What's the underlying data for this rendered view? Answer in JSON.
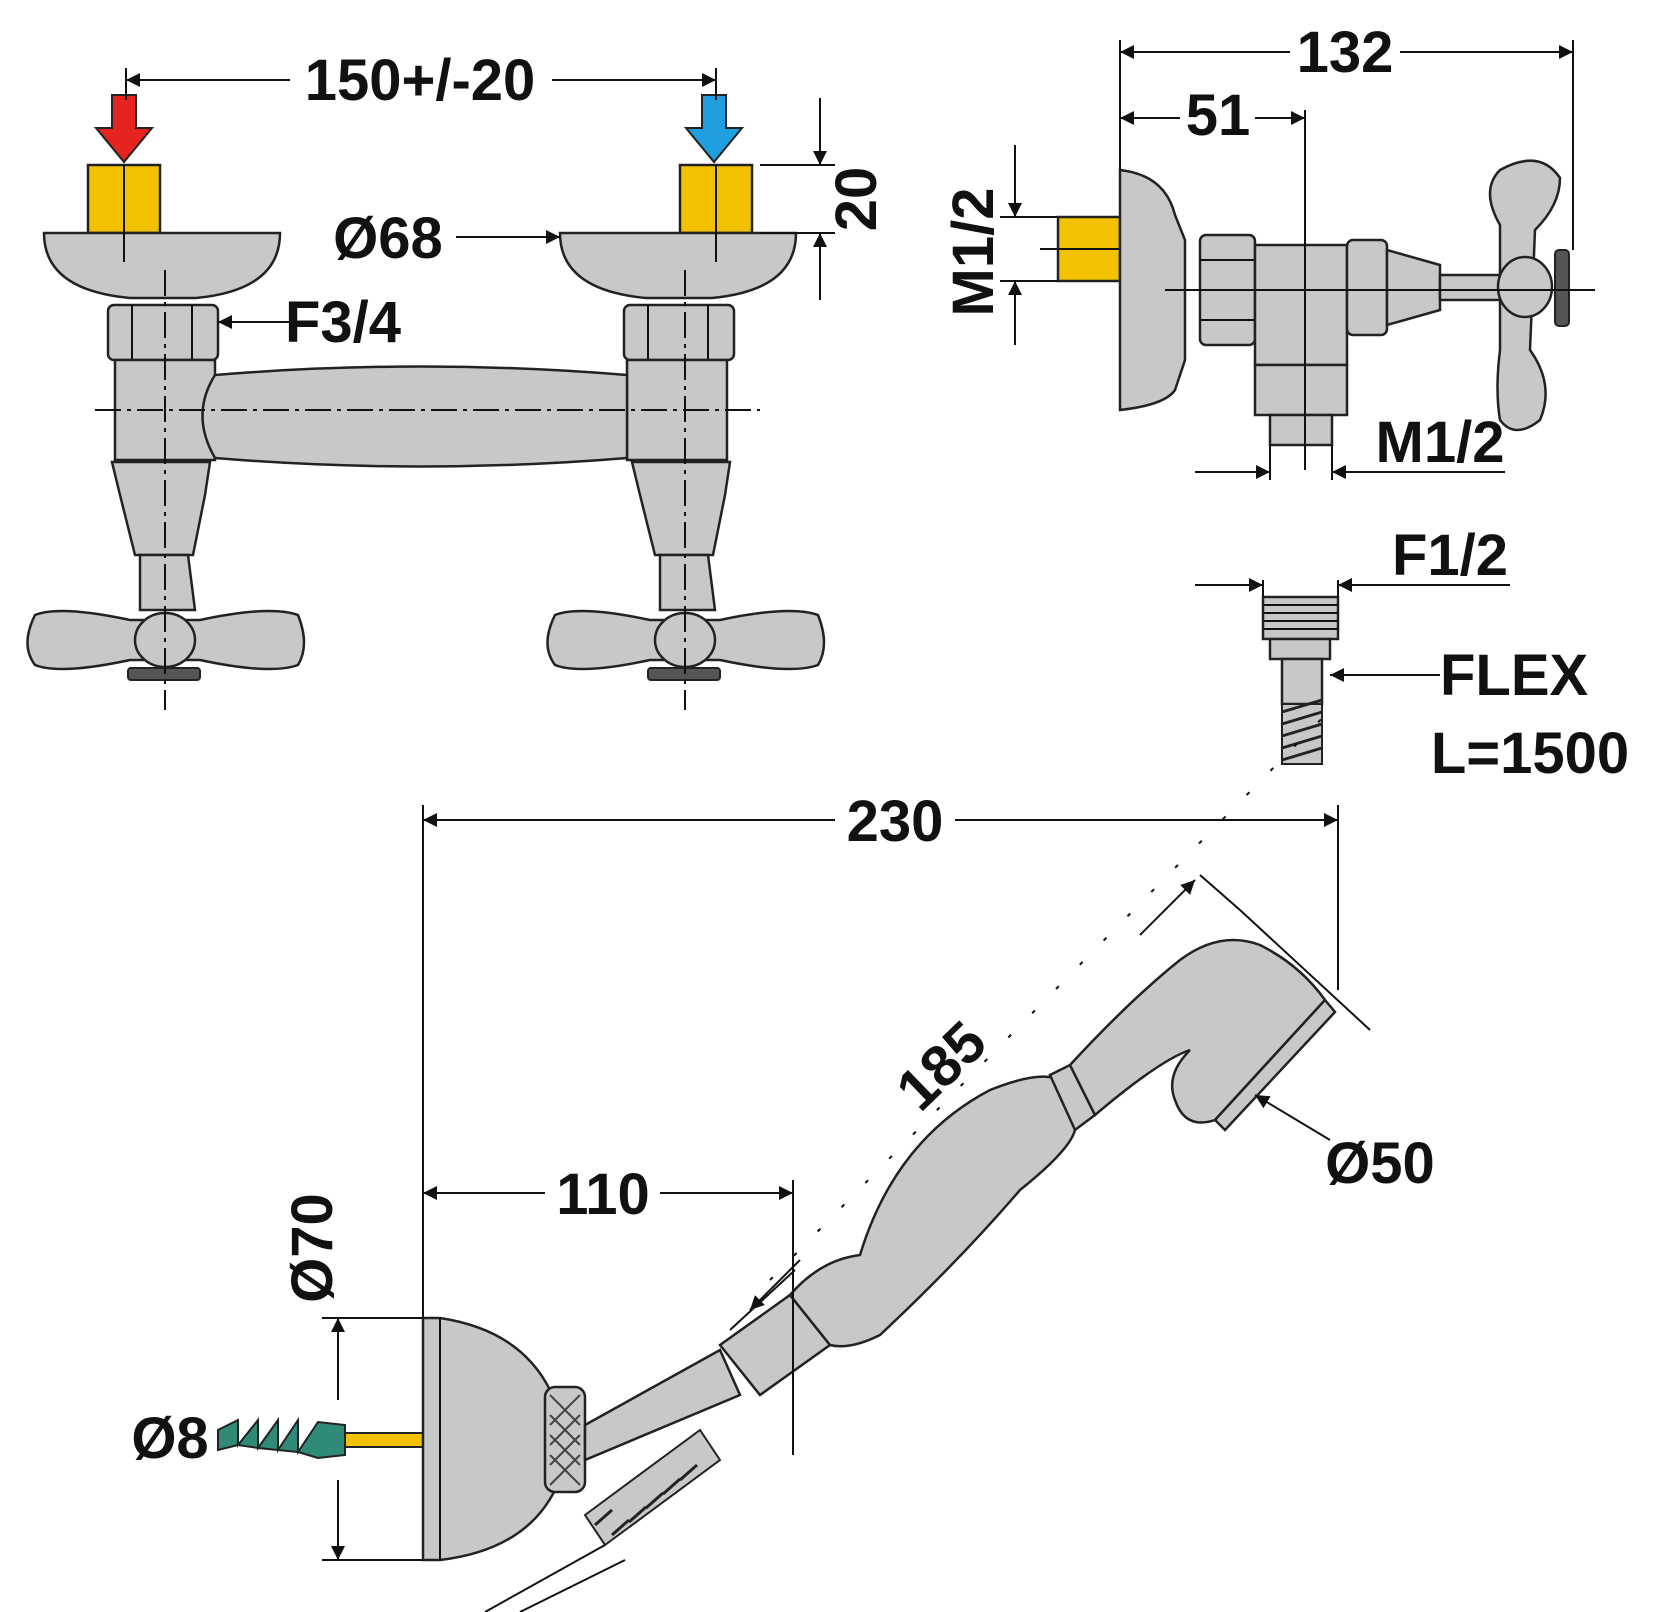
{
  "colors": {
    "metal": "#c8c8c8",
    "outline": "#222222",
    "brass": "#f2c200",
    "hot": "#e52420",
    "cold": "#1f9ee0",
    "anchor": "#2f8a78",
    "text": "#111111"
  },
  "icons": [
    "hot-water-arrow-icon",
    "cold-water-arrow-icon"
  ],
  "dimensions": {
    "inlet_spacing": "150+/-20",
    "inlet_length": "20",
    "flange_diameter": "Ø68",
    "connection_thread": "F3/4",
    "depth_total": "132",
    "inlet_depth": "51",
    "inlet_thread": "M1/2",
    "outlet_thread": "M1/2",
    "hose_thread": "F1/2",
    "hose_type": "FLEX",
    "hose_length": "L=1500",
    "shower_total_width": "230",
    "handshower_length": "185",
    "holder_projection": "110",
    "holder_diameter": "Ø70",
    "showerhead_diameter": "Ø50",
    "anchor_diameter": "Ø8"
  }
}
